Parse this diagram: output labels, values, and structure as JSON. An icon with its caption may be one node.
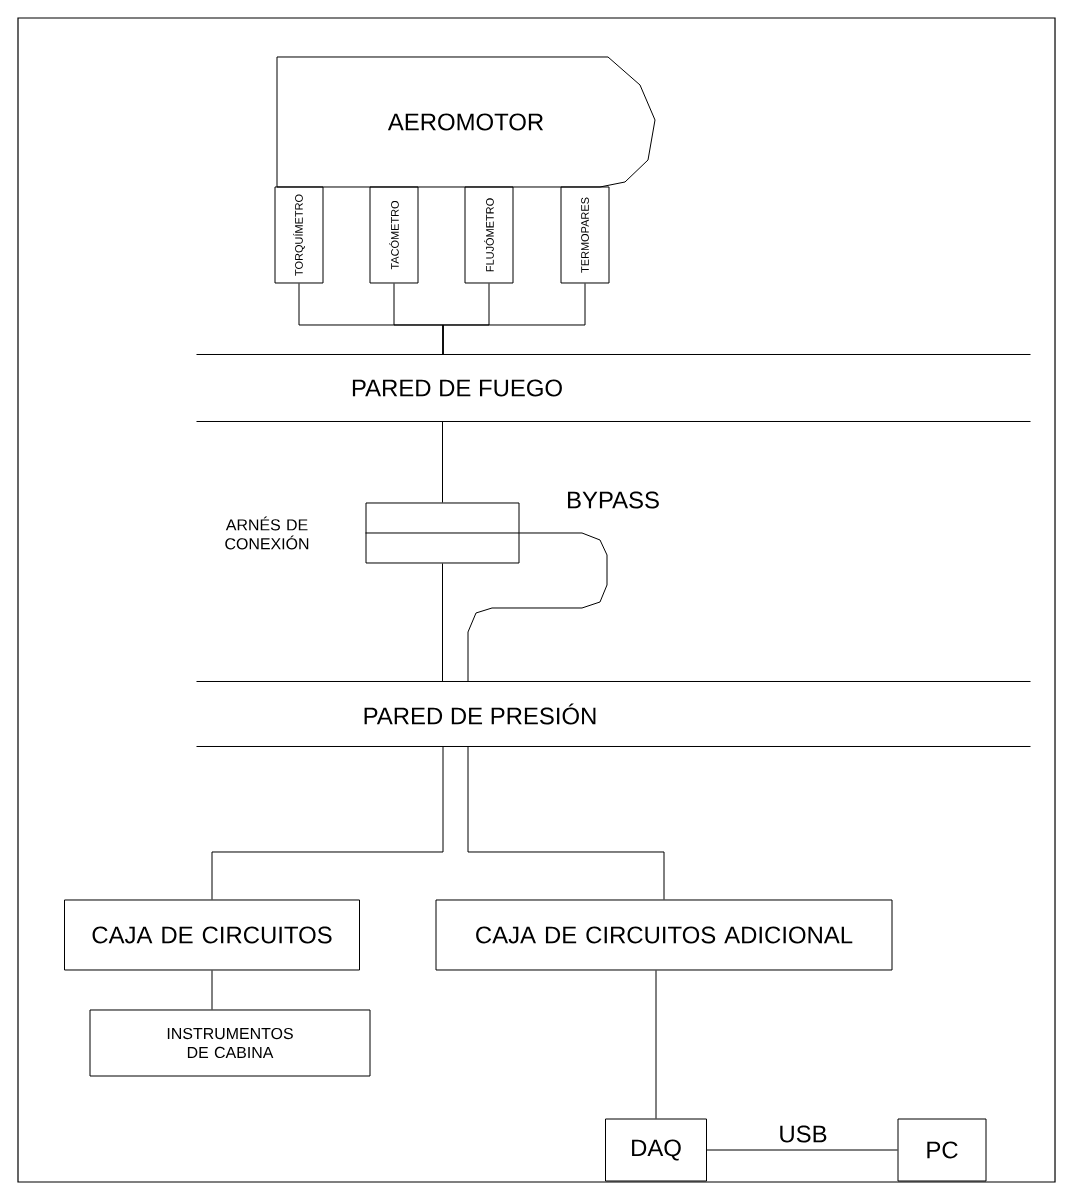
{
  "diagram": {
    "nodes": [
      {
        "text": [
          "AEROMOTOR"
        ]
      },
      {
        "text": [
          "TORQUÍMETRO"
        ]
      },
      {
        "text": [
          "TACÓMETRO"
        ]
      },
      {
        "text": [
          "FLUJÓMETRO"
        ]
      },
      {
        "text": [
          "TERMOPARES"
        ]
      },
      {
        "text": [
          "PARED DE FUEGO"
        ]
      },
      {
        "text": [],
        "shape": "box",
        "beside": [
          "ARNÉS DE CONEXIÓN"
        ]
      },
      {
        "text": [
          "PARED DE PRESIÓN"
        ]
      },
      {
        "text": [
          "CAJA DE CIRCUITOS"
        ]
      },
      {
        "text": [
          "CAJA DE CIRCUITOS ADICIONAL"
        ]
      },
      {
        "text": [
          "INSTRUMENTOS DE CABINA"
        ]
      },
      {
        "text": [
          "DAQ"
        ]
      },
      {
        "text": [
          "PC"
        ]
      }
    ],
    "edges": [
      {
        "from": 1,
        "to": 5,
        "arrow": "none"
      },
      {
        "from": 2,
        "to": 5,
        "arrow": "none"
      },
      {
        "from": 3,
        "to": 5,
        "arrow": "none"
      },
      {
        "from": 4,
        "to": 5,
        "arrow": "none"
      },
      {
        "from": 5,
        "to": 6,
        "arrow": "none"
      },
      {
        "from": 6,
        "to": 7,
        "arrow": "none"
      },
      {
        "from": 6,
        "to": 7,
        "arrow": "none",
        "label": "BYPASS"
      },
      {
        "from": 7,
        "to": 8,
        "arrow": "none"
      },
      {
        "from": 7,
        "to": 9,
        "arrow": "none"
      },
      {
        "from": 8,
        "to": 10,
        "arrow": "none"
      },
      {
        "from": 9,
        "to": 11,
        "arrow": "none"
      },
      {
        "from": 11,
        "to": 12,
        "arrow": "none",
        "label": "USB"
      }
    ]
  }
}
